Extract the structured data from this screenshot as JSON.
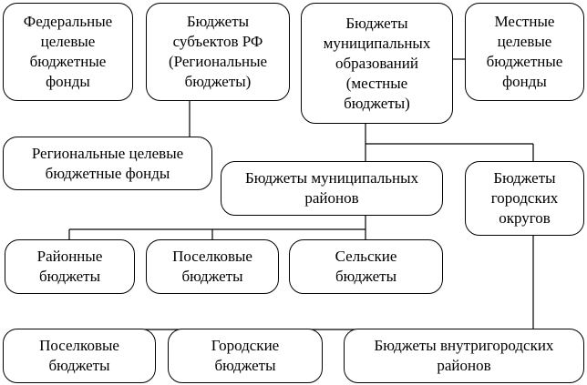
{
  "nodes": {
    "federal_funds": "Федеральные\nцелевые\nбюджетные\nфонды",
    "regional_budgets": "Бюджеты\nсубъектов РФ\n(Региональные\nбюджеты)",
    "municipal_budgets": "Бюджеты\nмуниципальных\nобразований\n(местные\nбюджеты)",
    "local_funds": "Местные\nцелевые\nбюджетные\nфонды",
    "regional_funds": "Региональные целевые\nбюджетные фонды",
    "municipal_district_budgets": "Бюджеты муниципальных\nрайонов",
    "city_district_budgets": "Бюджеты\nгородских\nокругов",
    "district_budgets": "Районные\nбюджеты",
    "settlement_budgets_1": "Поселковые\nбюджеты",
    "rural_budgets": "Сельские\nбюджеты",
    "settlement_budgets_2": "Поселковые\nбюджеты",
    "city_budgets": "Городские\nбюджеты",
    "intracity_budgets": "Бюджеты внутригородских\nрайонов"
  }
}
